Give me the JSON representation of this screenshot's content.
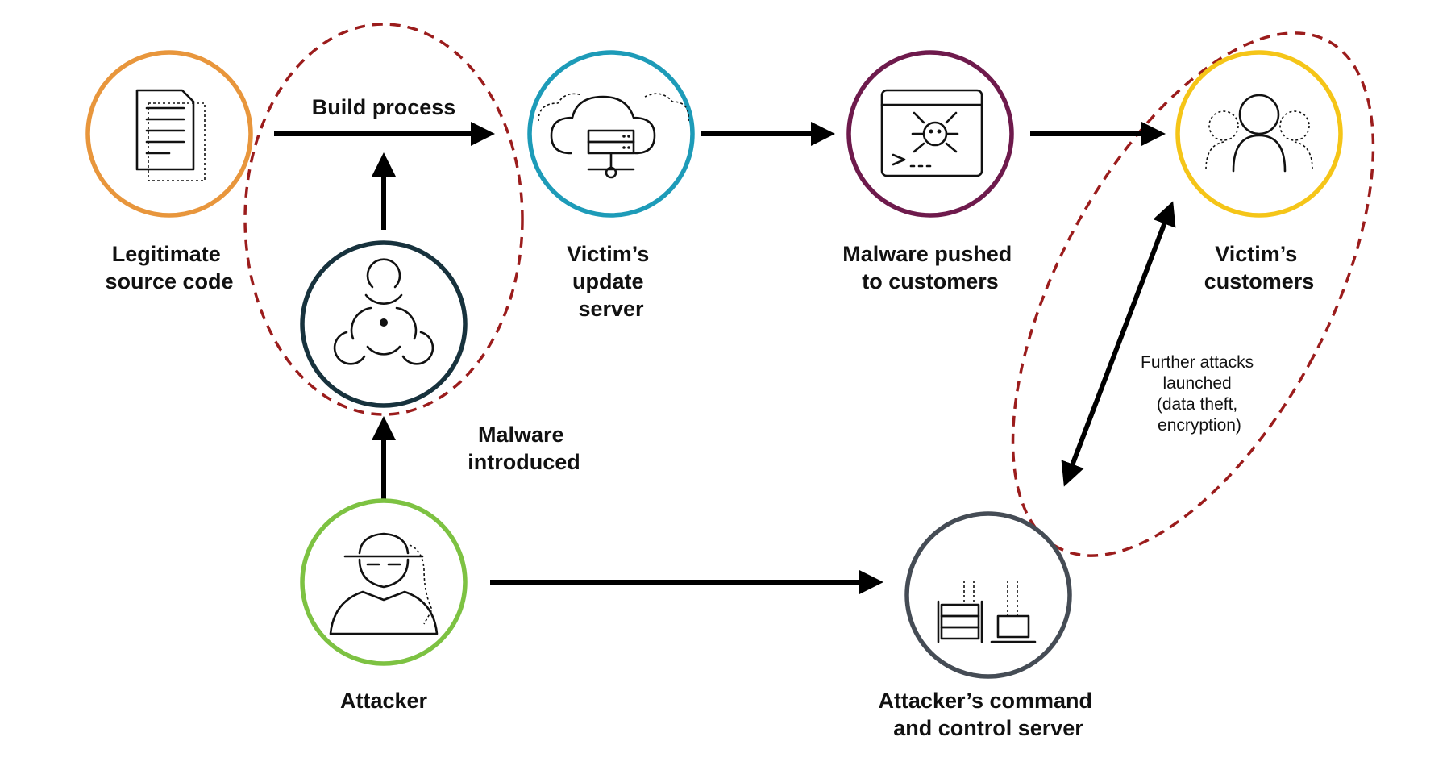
{
  "nodes": {
    "source_code": {
      "label_lines": [
        "Legitimate",
        "source code"
      ],
      "icon": "document-icon",
      "color": "#e8963c"
    },
    "biohazard": {
      "label_lines": [],
      "icon": "biohazard-icon",
      "color": "#17323d"
    },
    "update_server": {
      "label_lines": [
        "Victim’s",
        "update",
        "server"
      ],
      "icon": "cloud-server-icon",
      "color": "#1d9bb8"
    },
    "malware_pushed": {
      "label_lines": [
        "Malware pushed",
        "to customers"
      ],
      "icon": "malware-terminal-icon",
      "color": "#6e1a4c"
    },
    "customers": {
      "label_lines": [
        "Victim’s",
        "customers"
      ],
      "icon": "users-icon",
      "color": "#f5c518"
    },
    "attacker": {
      "label_lines": [
        "Attacker"
      ],
      "icon": "hooded-attacker-icon",
      "color": "#7dc242"
    },
    "c2_server": {
      "label_lines": [
        "Attacker’s command",
        "and control server"
      ],
      "icon": "c2-server-icon",
      "color": "#454c55"
    }
  },
  "edge_labels": {
    "build_process": "Build process",
    "malware_introduced": [
      "Malware",
      "introduced"
    ],
    "further_attacks": [
      "Further attacks",
      "launched",
      "(data theft,",
      "encryption)"
    ]
  },
  "colors": {
    "arrow": "#000000",
    "dashed_outline": "#9b1c1c"
  }
}
